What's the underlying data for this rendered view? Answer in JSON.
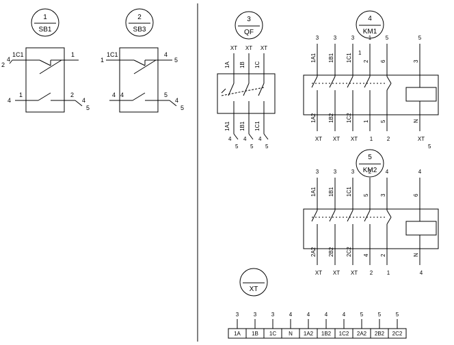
{
  "refs": {
    "sb1": {
      "num": "1",
      "name": "SB1"
    },
    "sb3": {
      "num": "2",
      "name": "SB3"
    },
    "qf": {
      "num": "3",
      "name": "QF"
    },
    "km1": {
      "num": "4",
      "name": "KM1"
    },
    "km2": {
      "num": "5",
      "name": "KM2"
    },
    "xt": {
      "num": "",
      "name": "XT"
    }
  },
  "sb1": {
    "top_left_pre": "2",
    "top_left_wire": "4",
    "top_left_term": "1C1",
    "top_right_wire": "1",
    "bot_left_wire": "4",
    "bot_left_term": "1",
    "bot_right_term": "2",
    "bot_right_wire": "4",
    "bot_right_post": "5"
  },
  "sb3": {
    "top_left_pre": "1",
    "top_left_term": "1C1",
    "top_right_term": "4",
    "top_right_wire": "5",
    "bot_left_wire": "4",
    "bot_left_term": "4",
    "bot_right_term": "5",
    "bot_right_wire": "4",
    "bot_right_post": "5"
  },
  "qf": {
    "top_xt": [
      "XT",
      "XT",
      "XT"
    ],
    "top_terms": [
      "1A",
      "1B",
      "1C"
    ],
    "bot_terms": [
      "1A1",
      "1B1",
      "1C1"
    ],
    "bot_wires": [
      "4",
      "4",
      "4"
    ],
    "bot_post": [
      "5",
      "5",
      "5"
    ]
  },
  "km1": {
    "top_wires": [
      "3",
      "3",
      "3",
      "1",
      "5",
      "5"
    ],
    "top_wire_extra": "1",
    "top_terms": [
      "1A1",
      "1B1",
      "1C1",
      "2",
      "6",
      "3"
    ],
    "bot_terms": [
      "1A2",
      "1B2",
      "1C2",
      "1",
      "5",
      "N"
    ],
    "bot_wires": [
      "XT",
      "XT",
      "XT",
      "1",
      "2",
      "XT"
    ],
    "coil_post": "5"
  },
  "km2": {
    "top_wires": [
      "3",
      "3",
      "3",
      "2",
      "4",
      "4"
    ],
    "top_terms": [
      "1A1",
      "1B1",
      "1C1",
      "5",
      "3",
      "6"
    ],
    "bot_terms": [
      "2A2",
      "2B2",
      "2C2",
      "4",
      "2",
      "N"
    ],
    "bot_wires": [
      "XT",
      "XT",
      "XT",
      "2",
      "1",
      "4"
    ]
  },
  "terminal": {
    "wires": [
      "3",
      "3",
      "3",
      "4",
      "4",
      "4",
      "4",
      "5",
      "5",
      "5"
    ],
    "cells": [
      "1A",
      "1B",
      "1C",
      "N",
      "1A2",
      "1B2",
      "1C2",
      "2A2",
      "2B2",
      "2C2"
    ]
  }
}
